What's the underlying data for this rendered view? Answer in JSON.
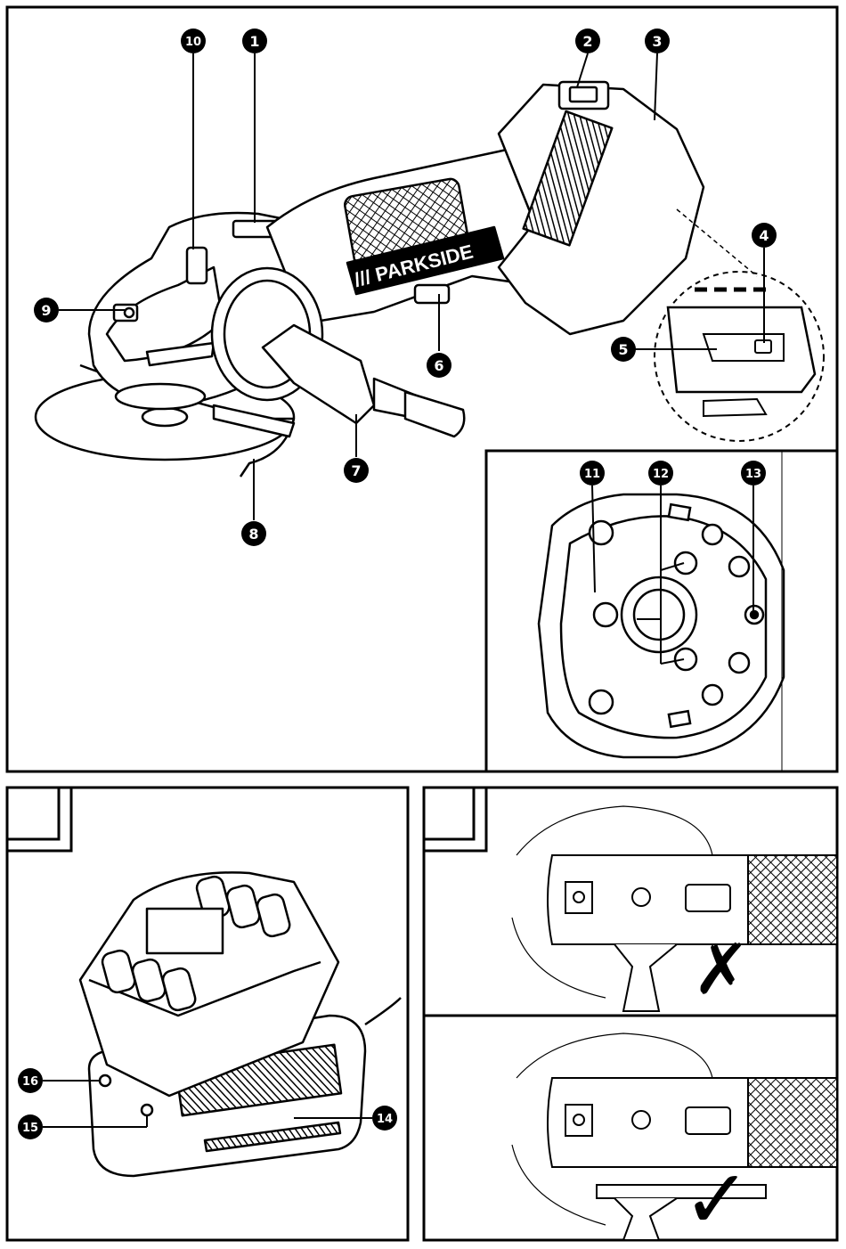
{
  "brand": "/// PARKSIDE",
  "callouts": {
    "c1": "1",
    "c2": "2",
    "c3": "3",
    "c4": "4",
    "c5": "5",
    "c6": "6",
    "c7": "7",
    "c8": "8",
    "c9": "9",
    "c10": "10",
    "c11": "11",
    "c12": "12",
    "c13": "13",
    "c14": "14",
    "c15": "15",
    "c16": "16"
  },
  "marks": {
    "wrong": "✗",
    "correct": "✓"
  },
  "colors": {
    "ink": "#000000",
    "paper": "#ffffff",
    "knurl": "#1a1a1a"
  }
}
